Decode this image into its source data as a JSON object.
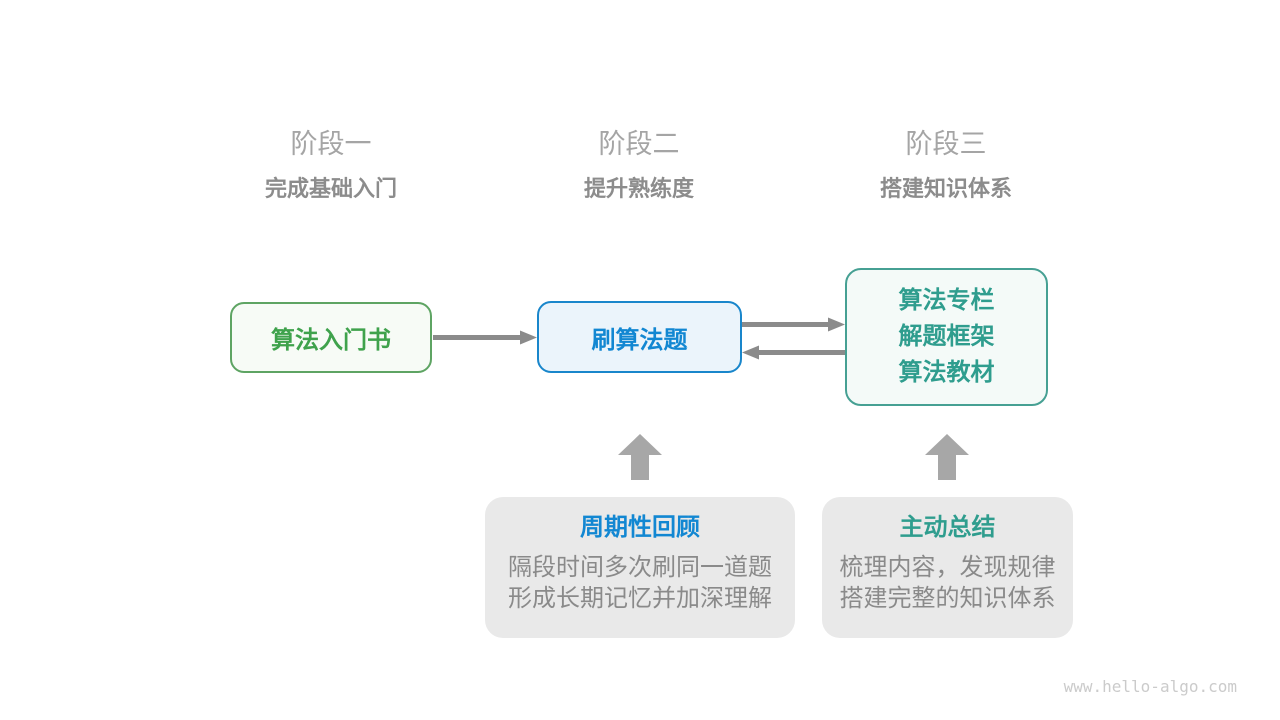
{
  "stages": [
    {
      "label": "阶段一",
      "subtitle": "完成基础入门"
    },
    {
      "label": "阶段二",
      "subtitle": "提升熟练度"
    },
    {
      "label": "阶段三",
      "subtitle": "搭建知识体系"
    }
  ],
  "nodes": {
    "intro_book": {
      "label": "算法入门书",
      "text_color": "#3fa24c",
      "border_color": "#5ea463",
      "fill": "#f7fbf6"
    },
    "practice": {
      "label": "刷算法题",
      "text_color": "#1287d2",
      "border_color": "#1986cb",
      "fill": "#ebf4fb"
    },
    "knowledge": {
      "lines": [
        "算法专栏",
        "解题框架",
        "算法教材"
      ],
      "text_color": "#2f9d8e",
      "border_color": "#46a093",
      "fill": "#f4faf8"
    }
  },
  "callouts": [
    {
      "title": "周期性回顾",
      "title_color": "#1287d2",
      "lines": [
        "隔段时间多次刷同一道题",
        "形成长期记忆并加深理解"
      ]
    },
    {
      "title": "主动总结",
      "title_color": "#2f9d8e",
      "lines": [
        "梳理内容，发现规律",
        "搭建完整的知识体系"
      ]
    }
  ],
  "icons": {
    "flow_arrow": "arrow-right",
    "return_arrow": "arrow-left",
    "up_arrow": "block-arrow-up"
  },
  "colors": {
    "flow_arrow": "#8b8b8b",
    "up_arrow": "#a7a7a7",
    "callout_bg": "#e9e9e9",
    "stage_label": "#a5a5a5",
    "stage_subtitle": "#8c8c8c",
    "body_text": "#8a8a8a",
    "watermark": "#cbcbcb"
  },
  "watermark": "www.hello-algo.com"
}
